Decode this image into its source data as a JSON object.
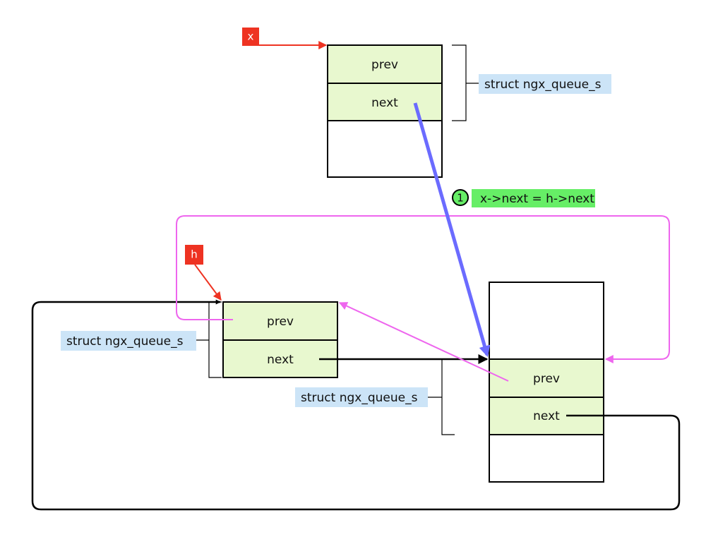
{
  "node_x": {
    "pointer_label": "x",
    "prev_label": "prev",
    "next_label": "next",
    "struct_label": "struct ngx_queue_s"
  },
  "node_h": {
    "pointer_label": "h",
    "prev_label": "prev",
    "next_label": "next",
    "struct_label": "struct ngx_queue_s"
  },
  "node_next": {
    "prev_label": "prev",
    "next_label": "next",
    "struct_label": "struct ngx_queue_s"
  },
  "operation": {
    "number": "1",
    "text": "x->next = h->next"
  },
  "colors": {
    "field_fill": "#e8f8cf",
    "struct_label_bg": "#cce4f7",
    "pointer_label_bg": "#ee3322",
    "operation_bg": "#66ee66",
    "assignment_arrow": "#6b6bff",
    "prev_link": "#ee66ee",
    "next_link": "#000000"
  }
}
